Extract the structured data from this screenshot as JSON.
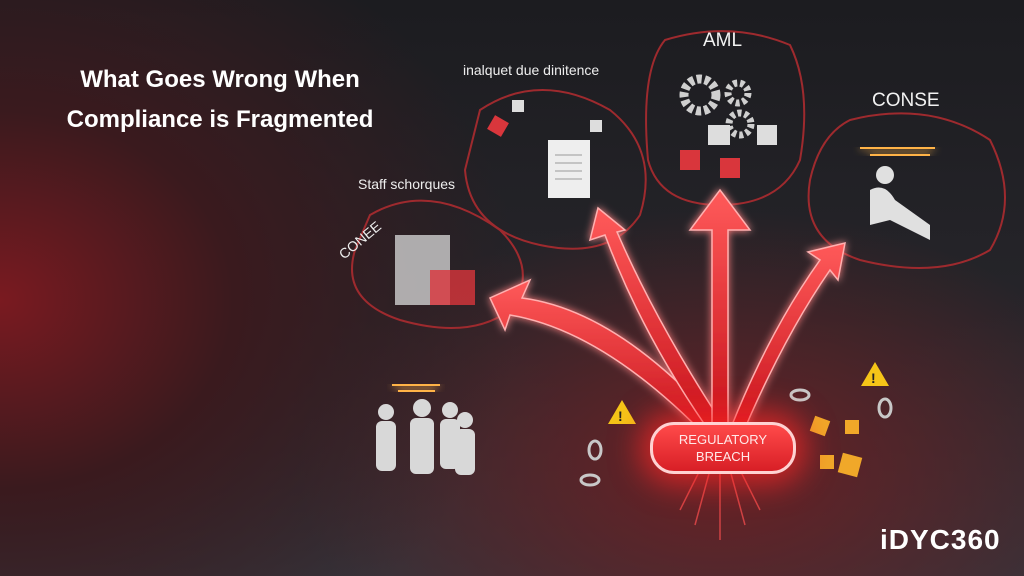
{
  "title": {
    "line1": "What Goes Wrong When",
    "line2": "Compliance is Fragmented"
  },
  "labels": {
    "staff": "Staff schorques",
    "conee": "CONEE",
    "due_diligence": "inalquet due dinitence",
    "aml": "AML",
    "conse": "CONSE"
  },
  "center": {
    "line1": "REGULATORY",
    "line2": "BREACH"
  },
  "logo": "iDYC360",
  "colors": {
    "accent": "#e8242c",
    "warning": "#f5c518"
  }
}
